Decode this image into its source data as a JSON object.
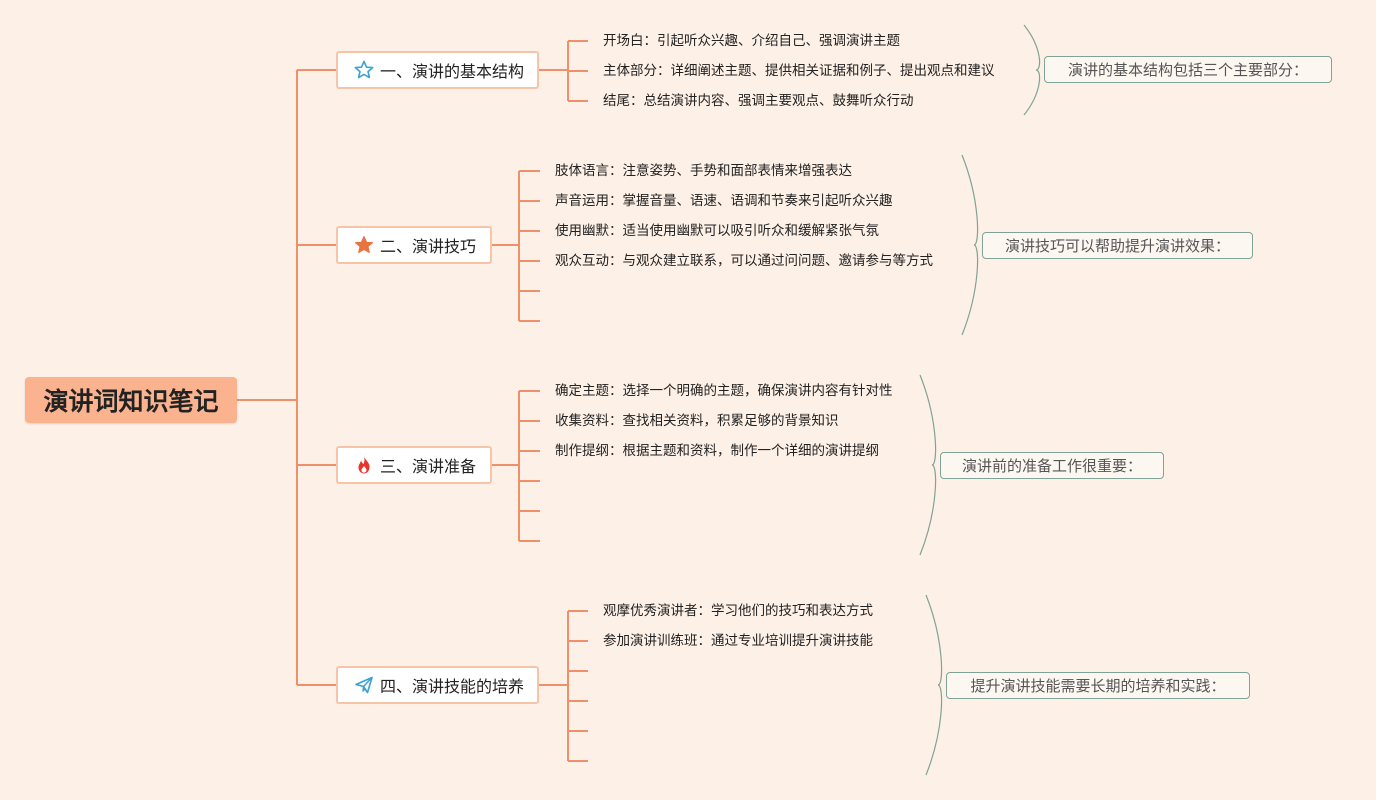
{
  "root": {
    "title": "演讲词知识笔记"
  },
  "branches": [
    {
      "label": "一、演讲的基本结构",
      "icon": "star-outline-icon",
      "leaves": [
        "开场白：引起听众兴趣、介绍自己、强调演讲主题",
        "主体部分：详细阐述主题、提供相关证据和例子、提出观点和建议",
        "结尾：总结演讲内容、强调主要观点、鼓舞听众行动"
      ],
      "summary": "演讲的基本结构包括三个主要部分："
    },
    {
      "label": "二、演讲技巧",
      "icon": "star-filled-icon",
      "leaves": [
        "肢体语言：注意姿势、手势和面部表情来增强表达",
        "声音运用：掌握音量、语速、语调和节奏来引起听众兴趣",
        "使用幽默：适当使用幽默可以吸引听众和缓解紧张气氛",
        "观众互动：与观众建立联系，可以通过问问题、邀请参与等方式",
        "",
        ""
      ],
      "summary": "演讲技巧可以帮助提升演讲效果："
    },
    {
      "label": "三、演讲准备",
      "icon": "fire-icon",
      "leaves": [
        "确定主题：选择一个明确的主题，确保演讲内容有针对性",
        "收集资料：查找相关资料，积累足够的背景知识",
        "制作提纲：根据主题和资料，制作一个详细的演讲提纲",
        "",
        "",
        ""
      ],
      "summary": "演讲前的准备工作很重要："
    },
    {
      "label": "四、演讲技能的培养",
      "icon": "paper-plane-icon",
      "leaves": [
        "观摩优秀演讲者：学习他们的技巧和表达方式",
        "参加演讲训练班：通过专业培训提升演讲技能",
        "",
        "",
        "",
        ""
      ],
      "summary": "提升演讲技能需要长期的培养和实践："
    }
  ],
  "colors": {
    "background": "#fdf0e6",
    "root_fill": "#fbb38f",
    "connector": "#f0906a",
    "branch_border": "#f7c4a8",
    "summary_border": "#7fa396",
    "star_outline": "#3ba0d8",
    "star_filled": "#e8743f",
    "fire": "#e8342a",
    "plane": "#3ba0d8"
  }
}
